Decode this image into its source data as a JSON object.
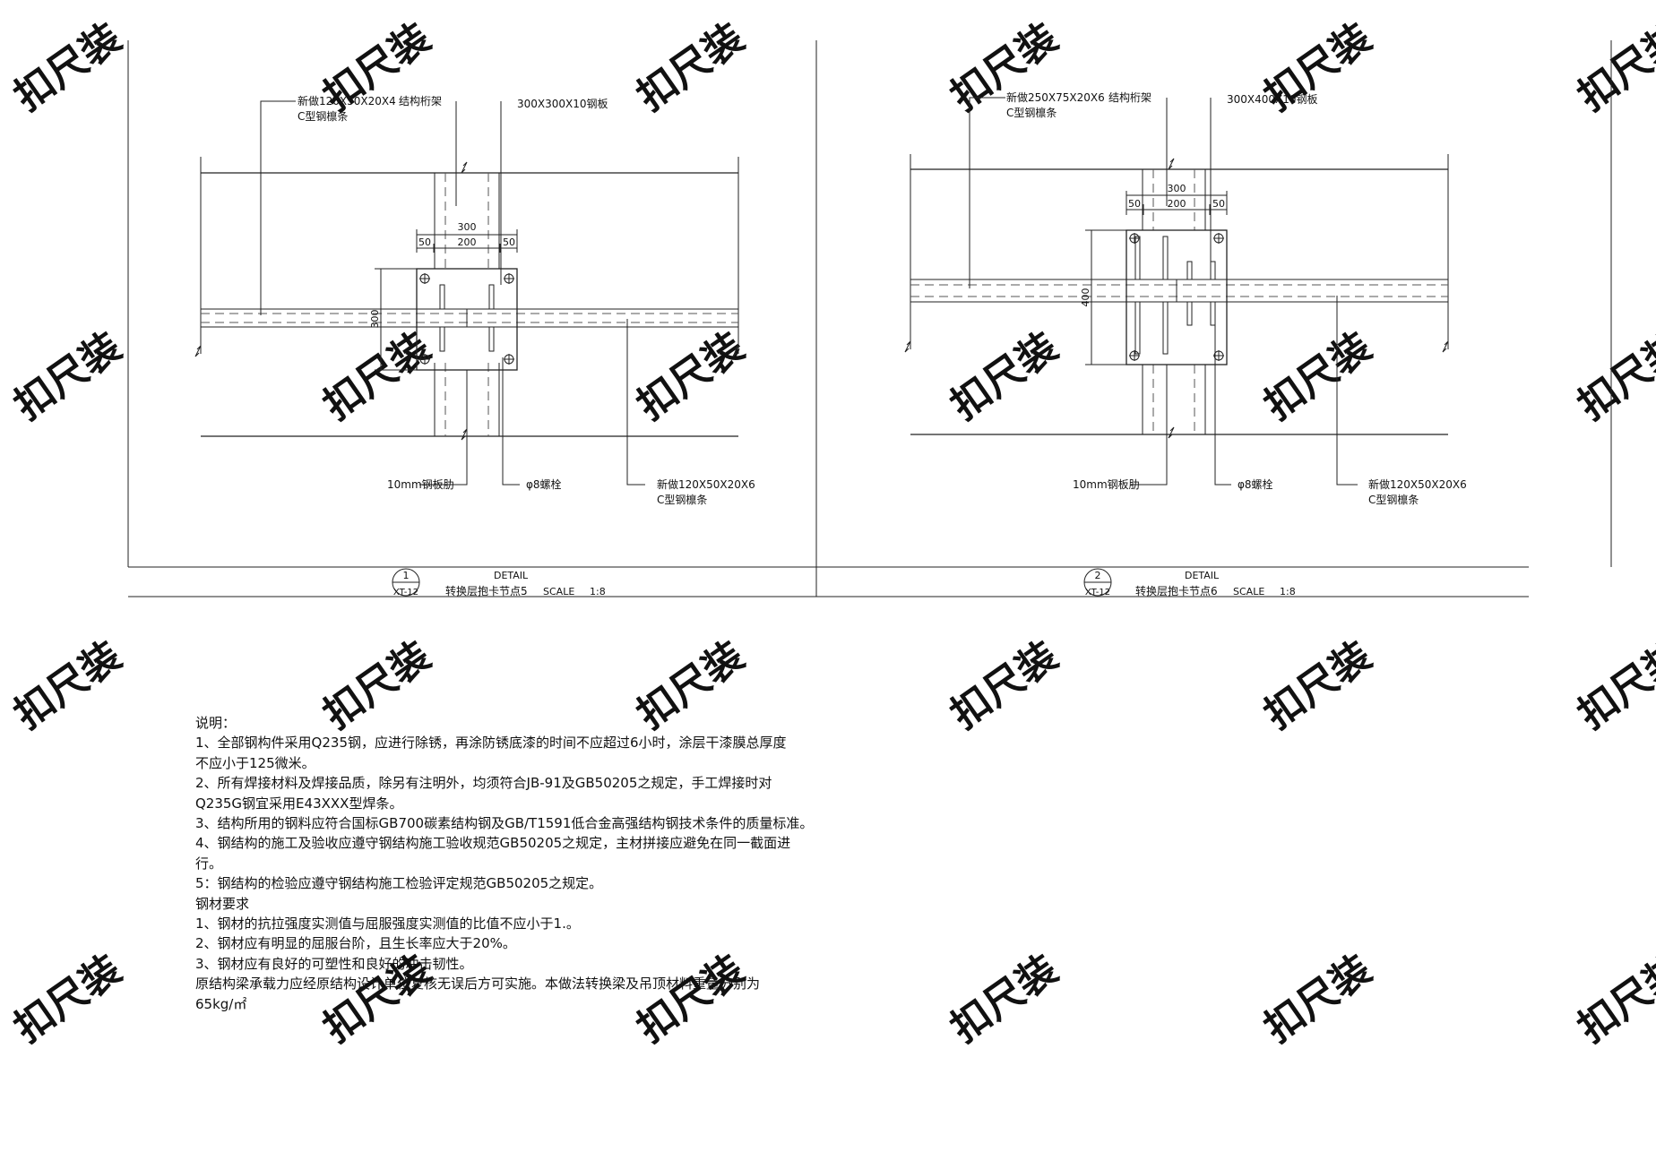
{
  "watermark": "扣尺装",
  "details": [
    {
      "id": "detail-1",
      "callouts": {
        "purlin_top": [
          "新做120X50X20X4",
          "C型钢檩条"
        ],
        "truss": "结构桁架",
        "plate": "300X300X10钢板",
        "rib": "10mm钢板肋",
        "bolt": "φ8螺栓",
        "purlin_bottom": [
          "新做120X50X20X6",
          "C型钢檩条"
        ]
      },
      "dims": {
        "total": "300",
        "left": "50",
        "mid": "200",
        "right": "50",
        "height": "300"
      },
      "title": {
        "number": "1",
        "sheet": "XT-12",
        "detail": "DETAIL",
        "name": "转换层抱卡节点5",
        "scale_label": "SCALE",
        "scale": "1:8"
      }
    },
    {
      "id": "detail-2",
      "callouts": {
        "purlin_top": [
          "新做250X75X20X6",
          "C型钢檩条"
        ],
        "truss": "结构桁架",
        "plate": "300X400X10钢板",
        "rib": "10mm钢板肋",
        "bolt": "φ8螺栓",
        "purlin_bottom": [
          "新做120X50X20X6",
          "C型钢檩条"
        ]
      },
      "dims": {
        "total": "300",
        "left": "50",
        "mid": "200",
        "right": "50",
        "height": "400"
      },
      "title": {
        "number": "2",
        "sheet": "XT-12",
        "detail": "DETAIL",
        "name": "转换层抱卡节点6",
        "scale_label": "SCALE",
        "scale": "1:8"
      }
    }
  ],
  "notes": {
    "lines": [
      "说明：",
      "1、全部钢构件采用Q235钢，应进行除锈，再涂防锈底漆的时间不应超过6小时，涂层干漆膜总厚度",
      "不应小于125微米。",
      "2、所有焊接材料及焊接品质，除另有注明外，均须符合JB-91及GB50205之规定，手工焊接时对",
      "Q235G钢宜采用E43XXX型焊条。",
      "3、结构所用的钢料应符合国标GB700碳素结构钢及GB/T1591低合金高强结构钢技术条件的质量标准。",
      "4、钢结构的施工及验收应遵守钢结构施工验收规范GB50205之规定，主材拼接应避免在同一截面进",
      "行。",
      "5：钢结构的检验应遵守钢结构施工检验评定规范GB50205之规定。",
      "钢材要求",
      "1、钢材的抗拉强度实测值与屈服强度实测值的比值不应小于1.。",
      "2、钢材应有明显的屈服台阶，且生长率应大于20%。",
      "3、钢材应有良好的可塑性和良好的冲击韧性。",
      "原结构梁承载力应经原结构设计单位复核无误后方可实施。本做法转换梁及吊顶材料重量分别为",
      "65kg/㎡"
    ]
  }
}
